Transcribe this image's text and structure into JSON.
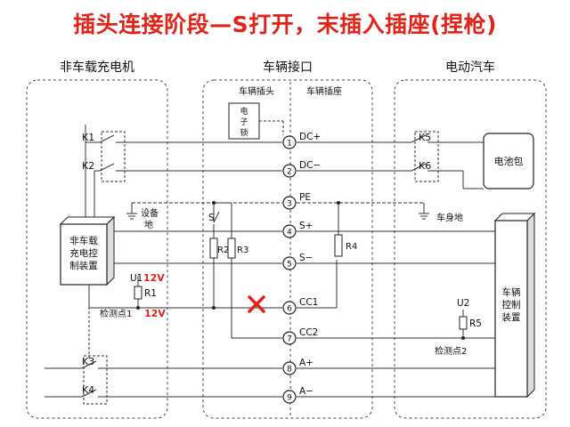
{
  "title": "插头连接阶段—S打开，末插入插座(捏枪)",
  "sections": {
    "offboard": "非车载充电机",
    "interface": "车辆接口",
    "vehicle": "电动汽车",
    "vehicle_plug": "车辆插头",
    "vehicle_socket": "车辆插座"
  },
  "boxes": {
    "lock": [
      "电",
      "子",
      "锁"
    ],
    "charger_control": [
      "非车载",
      "充电控",
      "制装置"
    ],
    "battery": "电池包",
    "vehicle_control": [
      "车辆",
      "控制",
      "装置"
    ]
  },
  "switches": {
    "k1": "K1",
    "k2": "K2",
    "k3": "K3",
    "k4": "K4",
    "k5": "K5",
    "k6": "K6",
    "s": "S"
  },
  "ground": {
    "equipment": [
      "设备",
      "地"
    ],
    "body": "车身地"
  },
  "resistors": {
    "r1": "R1",
    "r2": "R2",
    "r3": "R3",
    "r4": "R4",
    "r5": "R5"
  },
  "voltage": {
    "u1": "U1",
    "u2": "U2",
    "v1": "12V",
    "v2": "12V"
  },
  "test_points": {
    "p1": "检测点1",
    "p2": "检测点2"
  },
  "pins": [
    {
      "num": "1",
      "label": "DC+"
    },
    {
      "num": "2",
      "label": "DC−"
    },
    {
      "num": "3",
      "label": "PE"
    },
    {
      "num": "4",
      "label": "S+"
    },
    {
      "num": "5",
      "label": "S−"
    },
    {
      "num": "6",
      "label": "CC1"
    },
    {
      "num": "7",
      "label": "CC2"
    },
    {
      "num": "8",
      "label": "A+"
    },
    {
      "num": "9",
      "label": "A−"
    }
  ],
  "colors": {
    "title": "#e2231a",
    "line": "#333333",
    "cross": "#e2231a"
  }
}
